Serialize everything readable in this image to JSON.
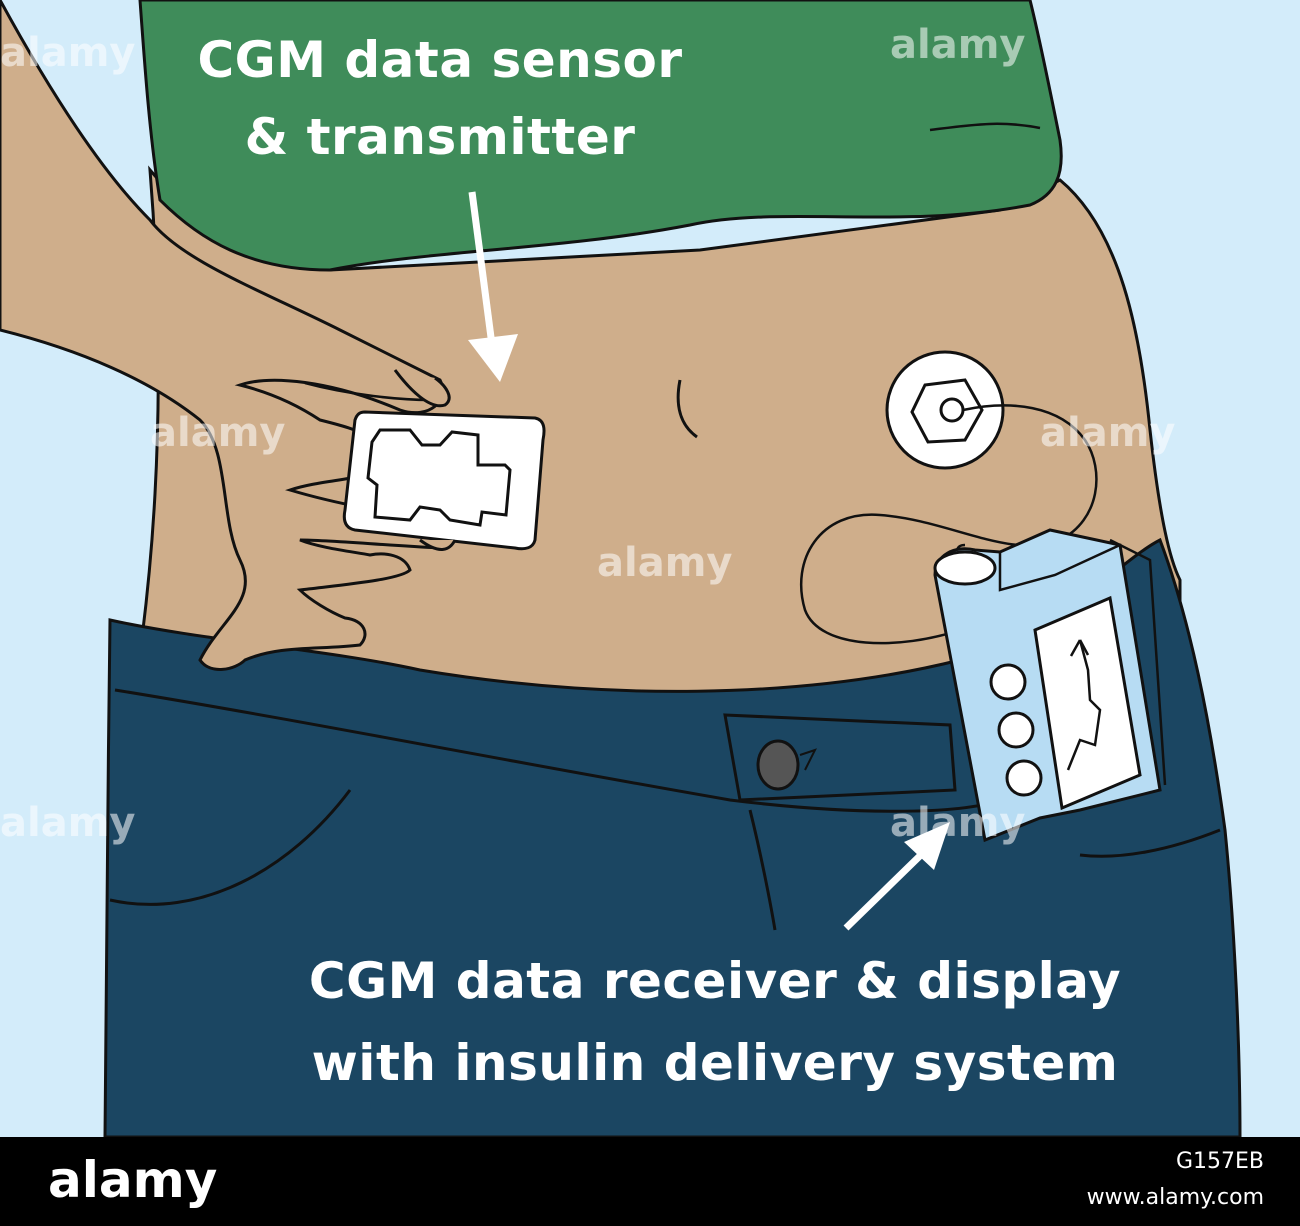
{
  "labels": {
    "sensor_line1": "CGM data sensor",
    "sensor_line2": "& transmitter",
    "receiver_line1": "CGM data receiver & display",
    "receiver_line2": "with insulin delivery system"
  },
  "watermark": {
    "text": "alamy"
  },
  "footer": {
    "logo": "alamy",
    "image_id": "G157EB",
    "url": "www.alamy.com"
  },
  "colors": {
    "background": "#d3ecfa",
    "shirt": "#3f8c5a",
    "skin": "#cfae8b",
    "jeans": "#1b4662",
    "device": "#b7dcf3",
    "outline": "#111111"
  }
}
